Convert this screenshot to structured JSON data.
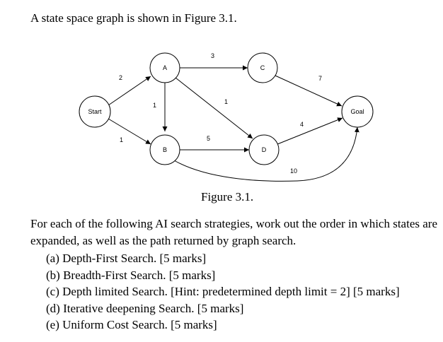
{
  "intro": "A state space graph is shown in Figure 3.1.",
  "graph": {
    "nodes": {
      "start": "Start",
      "a": "A",
      "b": "B",
      "c": "C",
      "d": "D",
      "goal": "Goal"
    },
    "edges": [
      {
        "from": "Start",
        "to": "A",
        "cost": "2"
      },
      {
        "from": "Start",
        "to": "B",
        "cost": "1"
      },
      {
        "from": "A",
        "to": "B",
        "cost": "1"
      },
      {
        "from": "A",
        "to": "C",
        "cost": "3"
      },
      {
        "from": "A",
        "to": "D",
        "cost": "1"
      },
      {
        "from": "B",
        "to": "D",
        "cost": "5"
      },
      {
        "from": "C",
        "to": "Goal",
        "cost": "7"
      },
      {
        "from": "D",
        "to": "Goal",
        "cost": "4"
      },
      {
        "from": "B",
        "to": "Goal",
        "cost": "10"
      }
    ]
  },
  "caption": "Figure 3.1.",
  "instructions": "For each of the following AI search strategies, work out the order in which states are expanded, as well as the path returned by graph search.",
  "questions": [
    "(a) Depth-First Search. [5 marks]",
    "(b) Breadth-First Search. [5 marks]",
    "(c) Depth limited Search. [Hint: predetermined depth limit = 2] [5 marks]",
    "(d) Iterative deepening Search. [5 marks]",
    "(e) Uniform Cost Search. [5 marks]"
  ]
}
